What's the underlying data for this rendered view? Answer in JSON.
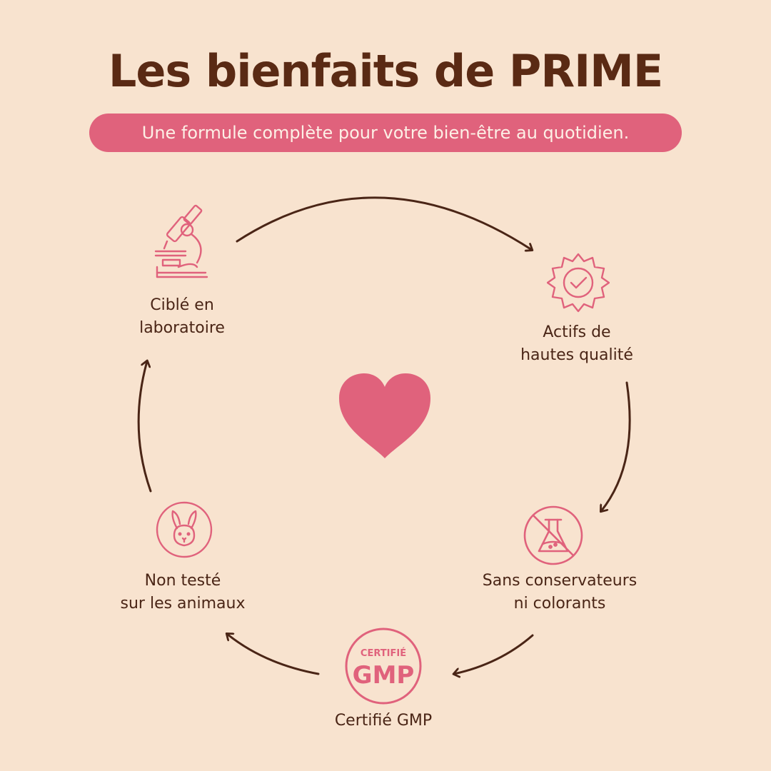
{
  "title": "Les bienfaits de PRIME",
  "subtitle": "Une formule complète pour votre bien-être au quotidien.",
  "colors": {
    "background": "#f8e3cf",
    "title": "#5a2a14",
    "accent": "#e0627c",
    "arrow": "#4a2516",
    "text": "#4a2516"
  },
  "center_icon": "heart-icon",
  "benefits": [
    {
      "icon": "microscope-icon",
      "lines": [
        "Ciblé en",
        "laboratoire"
      ]
    },
    {
      "icon": "quality-badge-icon",
      "lines": [
        "Actifs de",
        "hautes qualité"
      ]
    },
    {
      "icon": "no-chemicals-icon",
      "lines": [
        "Sans conservateurs",
        "ni colorants"
      ]
    },
    {
      "icon": "gmp-badge-icon",
      "lines": [
        "Certifié GMP"
      ],
      "badge_top": "CERTIFIÉ",
      "badge_main": "GMP"
    },
    {
      "icon": "rabbit-icon",
      "lines": [
        "Non testé",
        "sur les animaux"
      ]
    }
  ]
}
